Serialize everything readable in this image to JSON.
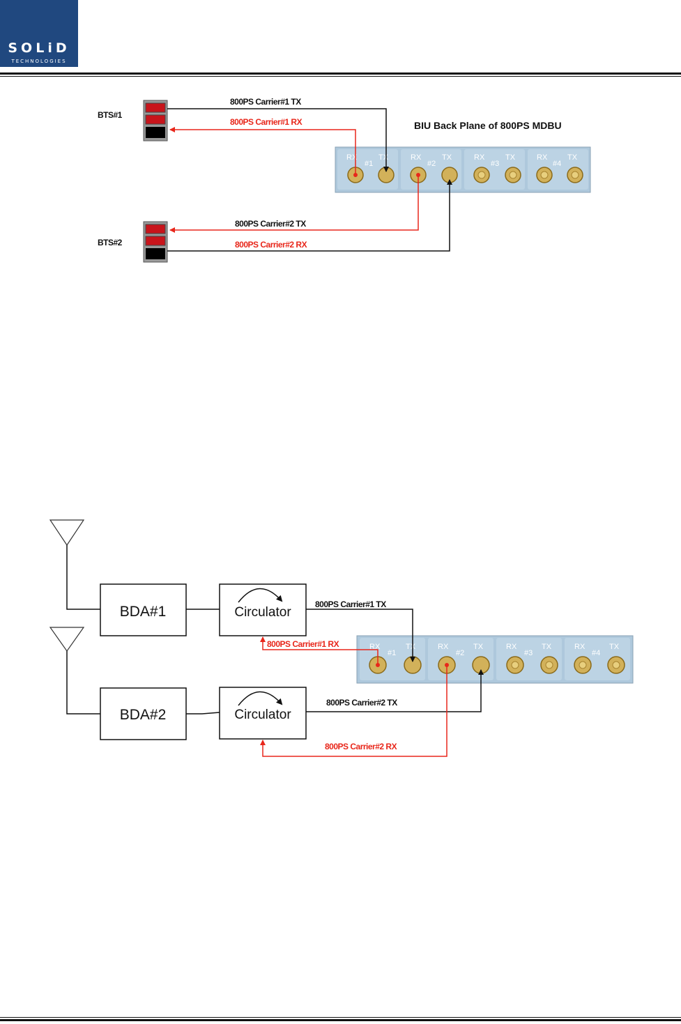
{
  "header": {
    "logo_text": "SOLiD",
    "logo_sub": "TECHNOLOGIES"
  },
  "diagram1": {
    "title": "BIU Back Plane of 800PS MDBU",
    "bts1": "BTS#1",
    "bts2": "BTS#2",
    "c1_tx": "800PS Carrier#1 TX",
    "c1_rx": "800PS Carrier#1 RX",
    "c2_tx": "800PS Carrier#2 TX",
    "c2_rx": "800PS Carrier#2 RX"
  },
  "diagram2": {
    "bda1": "BDA#1",
    "bda2": "BDA#2",
    "circ1": "Circulator",
    "circ2": "Circulator",
    "c1_tx": "800PS Carrier#1 TX",
    "c1_rx": "800PS Carrier#1 RX",
    "c2_tx": "800PS Carrier#2 TX",
    "c2_rx": "800PS Carrier#2 RX"
  },
  "panel": {
    "rx": "RX",
    "tx": "TX",
    "ch1": "#1",
    "ch2": "#2",
    "ch3": "#3",
    "ch4": "#4"
  },
  "colors": {
    "rx_line": "#e8271b",
    "tx_line": "#111111",
    "panel": "#aec8dc",
    "logo": "#20487f"
  }
}
